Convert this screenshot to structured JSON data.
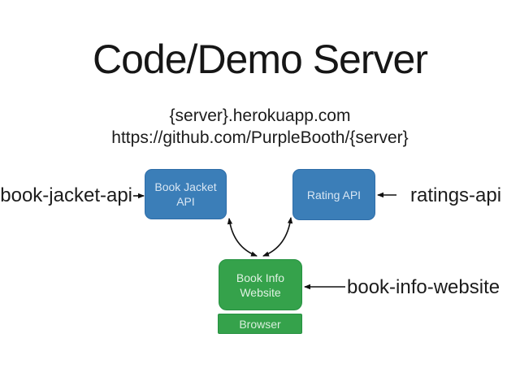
{
  "slide": {
    "title": "Code/Demo Server",
    "subtitle": {
      "heroku_url": "{server}.herokuapp.com",
      "github_url": "https://github.com/PurpleBooth/{server}"
    }
  },
  "diagram": {
    "nodes": {
      "book_jacket_api": {
        "line1": "Book Jacket",
        "line2": "API"
      },
      "rating_api": {
        "line1": "Rating API"
      },
      "book_info_website": {
        "line1": "Book Info",
        "line2": "Website"
      },
      "browser": {
        "line1": "Browser"
      }
    },
    "annotations": {
      "book_jacket_api": "book-jacket-api",
      "ratings_api": "ratings-api",
      "book_info_website": "book-info-website"
    },
    "colors": {
      "api_box_fill": "#3b7eb8",
      "api_box_border": "#2e6da8",
      "website_box_fill": "#35a24b",
      "website_box_border": "#259140",
      "arrow": "#111111"
    }
  }
}
